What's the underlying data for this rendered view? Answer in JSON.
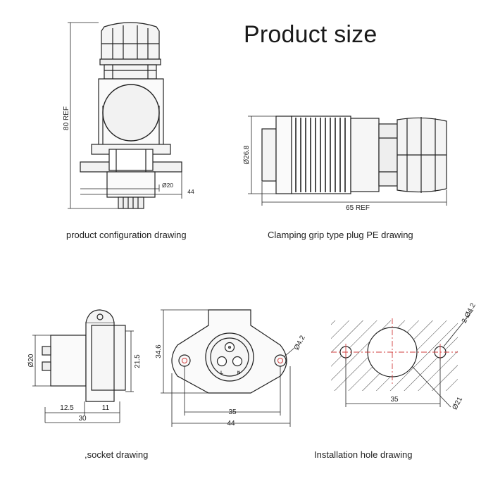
{
  "title": "Product size",
  "captions": {
    "config": "product configuration drawing",
    "plug": "Clamping grip type plug PE drawing",
    "socket": ",socket drawing",
    "hole": "Installation hole drawing"
  },
  "dims": {
    "config_height": "80 REF",
    "config_dia": "Ø20",
    "config_width": "44",
    "plug_dia": "Ø26.8",
    "plug_length": "65 REF",
    "socket_side_dia": "Ø20",
    "socket_side_h": "21.5",
    "socket_side_a": "12.5",
    "socket_side_b": "11",
    "socket_side_total": "30",
    "socket_front_h": "34.6",
    "socket_front_hole": "Ø4.2",
    "socket_front_pitch": "35",
    "socket_front_width": "44",
    "hole_holes": "2-Ø4.2",
    "hole_pitch": "35",
    "hole_center": "Ø21"
  },
  "pins": {
    "top": "⊕",
    "left": "L",
    "right": "N"
  },
  "colors": {
    "line": "#222222",
    "hatch": "#444444",
    "centerline": "#d23c3c",
    "bg": "#ffffff"
  }
}
